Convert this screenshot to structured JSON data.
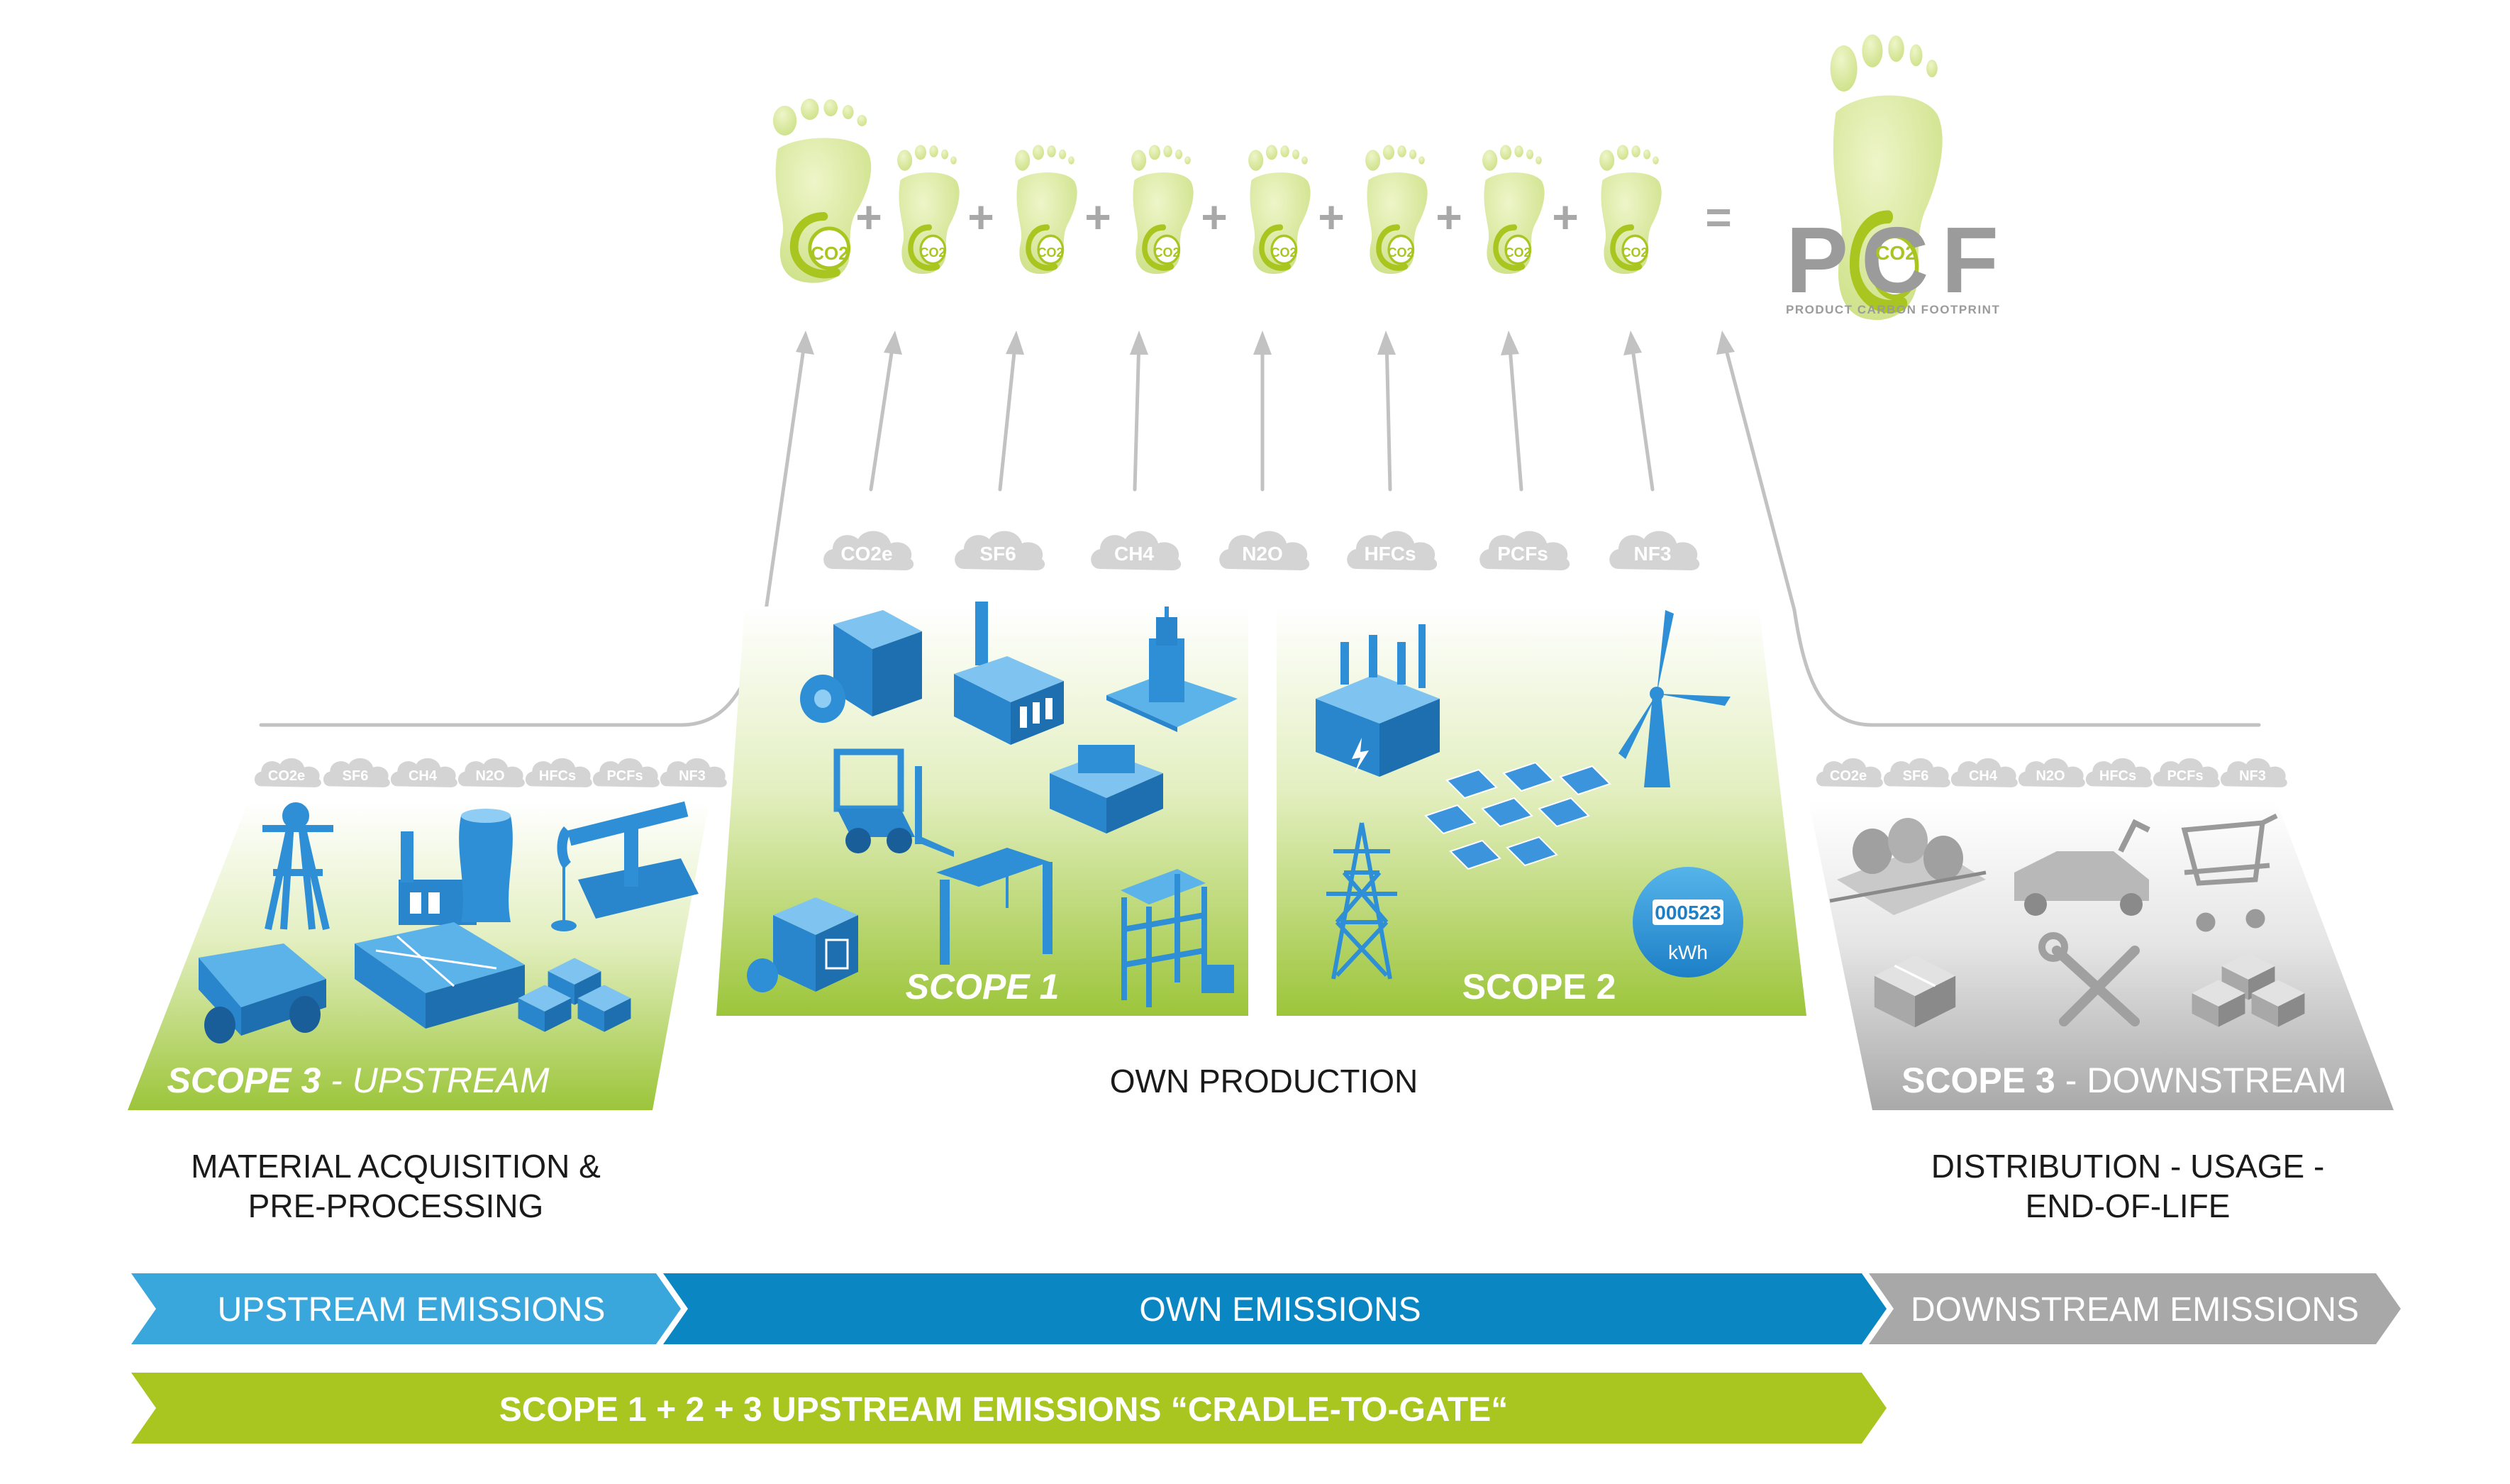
{
  "colors": {
    "lime": "#a9c520",
    "lime_light": "#c8dc7a",
    "blue_dark": "#0a86c3",
    "blue_light": "#3aa7dc",
    "grey_arrow": "#a8a8a8",
    "icon_blue": "#2f8fd6",
    "icon_grey": "#9a9a9a",
    "cloud": "#d4d4d4",
    "text_dark": "#1a1a1a"
  },
  "equation": {
    "co2_label": "CO2",
    "plus": "+",
    "equals": "=",
    "footprint_count": 8
  },
  "pcf": {
    "logo_text": "PCF",
    "subtitle": "PRODUCT CARBON FOOTPRINT"
  },
  "gases": [
    "CO2e",
    "SF6",
    "CH4",
    "N2O",
    "HFCs",
    "PCFs",
    "NF3"
  ],
  "panels": {
    "scope3_up": {
      "title_bold": "SCOPE 3",
      "title_rest": " - UPSTREAM",
      "icons": [
        "mine-headframe-icon",
        "cooling-tower-icon",
        "oil-pump-icon",
        "mining-truck-icon",
        "steel-structure-icon",
        "recycling-crates-icon"
      ]
    },
    "scope1": {
      "title": "SCOPE 1",
      "icons": [
        "coil-machine-icon",
        "factory-icon",
        "substation-icon",
        "forklift-icon",
        "cnc-machine-icon",
        "boiler-icon",
        "gantry-crane-icon",
        "storage-rack-icon"
      ]
    },
    "scope2": {
      "title": "SCOPE 2",
      "icons": [
        "transformer-icon",
        "wind-turbine-icon",
        "power-pylon-icon",
        "solar-panels-icon",
        "energy-meter-icon"
      ],
      "meter_value": "000523",
      "meter_unit": "kWh"
    },
    "scope3_down": {
      "title_bold": "SCOPE 3",
      "title_rest": " - DOWNSTREAM",
      "icons": [
        "rail-transport-icon",
        "car-assembly-icon",
        "shopping-cart-icon",
        "parcel-icon",
        "tools-icon",
        "recycling-crates-icon"
      ]
    }
  },
  "labels": {
    "own_production": "OWN PRODUCTION",
    "material_line1": "MATERIAL ACQUISITION &",
    "material_line2": "PRE-PROCESSING",
    "distribution_line1": "DISTRIBUTION - USAGE -",
    "distribution_line2": "END-OF-LIFE"
  },
  "arrows": {
    "upstream": "UPSTREAM EMISSIONS",
    "own": "OWN EMISSIONS",
    "downstream": "DOWNSTREAM EMISSIONS",
    "cradle": "SCOPE 1 + 2 + 3 UPSTREAM EMISSIONS “CRADLE-TO-GATE“"
  }
}
